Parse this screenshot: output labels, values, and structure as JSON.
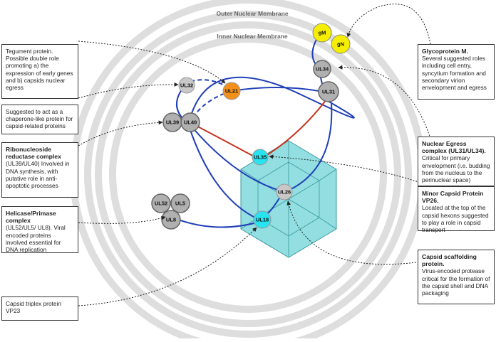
{
  "membranes": {
    "outer": "Outer Nuclear Membrane",
    "inner": "Inner Nuclear Membrane"
  },
  "nodes": {
    "gM": "gM",
    "gN": "gN",
    "UL34": "UL34",
    "UL31": "UL31",
    "UL32": "UL32",
    "UL21": "UL21",
    "UL39": "UL39",
    "UL40": "UL40",
    "UL35": "UL35",
    "UL26": "UL26",
    "UL52": "UL52",
    "UL5": "UL5",
    "UL8": "UL8",
    "UL18": "UL18"
  },
  "colors": {
    "grey_node": "#b0b0b0",
    "light_grey_node": "#c8c8c8",
    "yellow_node": "#f5ee00",
    "orange_node": "#f39019",
    "cyan_node": "#28e3f0",
    "blue_edge": "#1f3fb8",
    "red_edge": "#c8321e",
    "capsid_fill": "#7fd8dc",
    "membrane": "#dedede"
  },
  "left_boxes": [
    {
      "title": "",
      "text": "Tegument protein. Possible double role promoting a) the expression of early genes and b) capsids nuclear egress"
    },
    {
      "title": "",
      "text": "Suggested to act as a chaperone-like protein for capsid-related proteins"
    },
    {
      "title": "Ribonucleoside reductase complex",
      "text": "(UL39/UL40) Involved in DNA synthesis, with putative role in anti-apoptotic processes"
    },
    {
      "title": "Helicase/Primase complex",
      "text": "(UL52/UL5/ UL8). Viral encoded proteins involved essential for DNA replication"
    },
    {
      "title": "",
      "text": "Capsid triplex protein VP23"
    }
  ],
  "right_boxes": [
    {
      "title": "Glycoprotein M.",
      "text": "Several suggested roles including cell entry, syncytium formation and secondary virion envelopment and egress"
    },
    {
      "title": "Nuclear Egress complex (UL31/UL34).",
      "text": "Critical for primary envelopment (i.e. budding from the nucleus to the perinuclear space)"
    },
    {
      "title": "Minor Capsid Protein VP26.",
      "text": "Located at the top of the capsid hexons suggested to play a role in capsid transport"
    },
    {
      "title": "Capsid scaffolding protein.",
      "text": "Virus-encoded protease critical for the formation of the capsid shell and DNA packaging"
    }
  ]
}
